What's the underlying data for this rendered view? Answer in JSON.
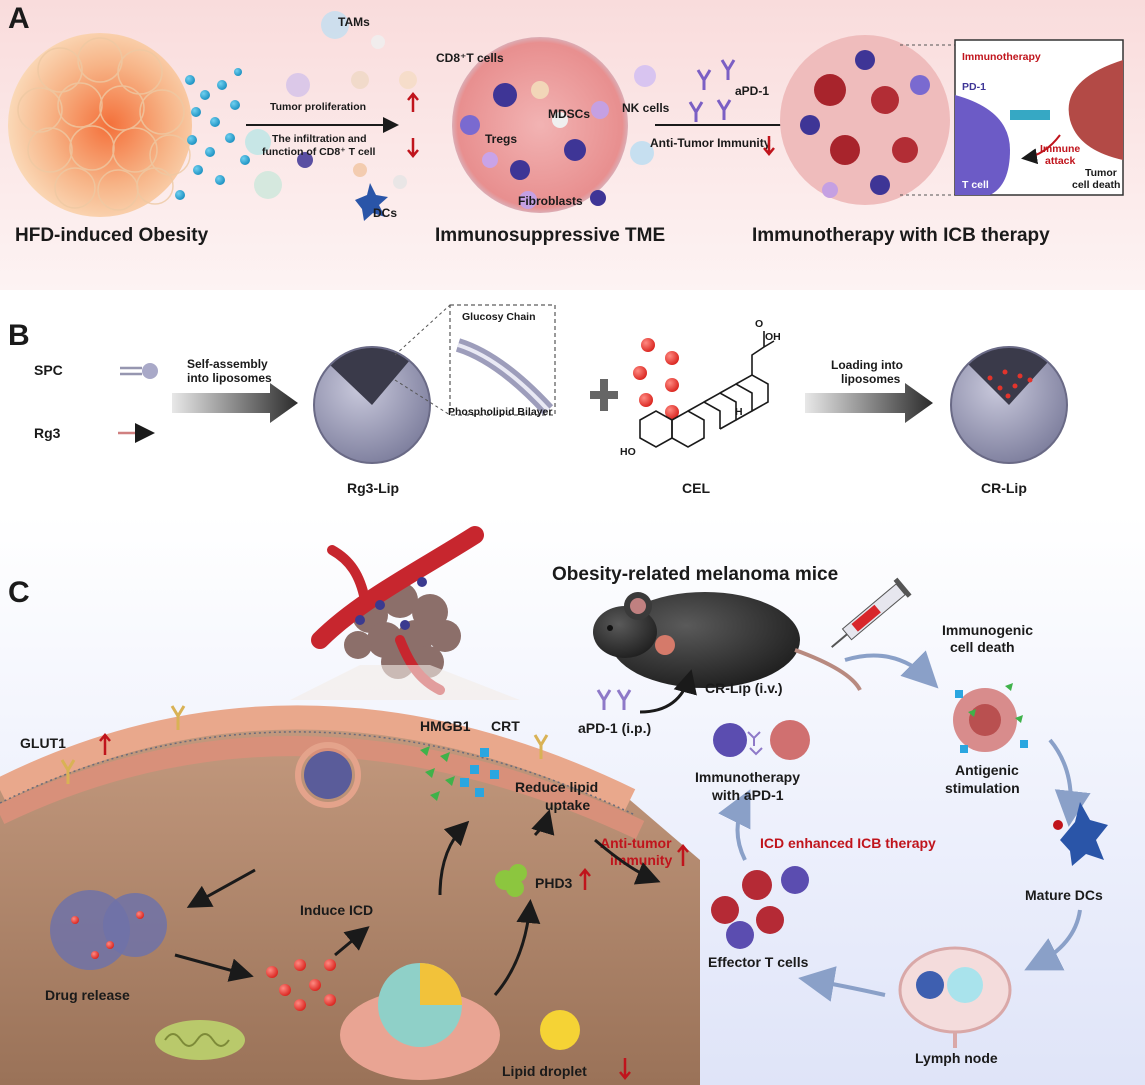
{
  "panel_a": {
    "letter": "A",
    "labels": {
      "tams": "TAMs",
      "cd8_cells": "CD8⁺T cells",
      "nk_cells": "NK cells",
      "apd1": "aPD-1",
      "tumor_prolif": "Tumor proliferation",
      "infiltration_1": "The infiltration and",
      "infiltration_2": "function of CD8⁺ T cell",
      "mdscs": "MDSCs",
      "tregs": "Tregs",
      "fibroblasts": "Fibroblasts",
      "dcs": "DCs",
      "anti_tumor": "Anti-Tumor Immunity",
      "immunotherapy": "Immunotherapy",
      "pd1": "PD-1",
      "immune_attack_1": "Immune",
      "immune_attack_2": "attack",
      "tumor_death_1": "Tumor",
      "tumor_death_2": "cell death",
      "t_cell": "T cell"
    },
    "captions": {
      "obesity": "HFD-induced Obesity",
      "tme": "Immunosuppressive TME",
      "icb": "Immunotherapy with ICB therapy"
    },
    "colors": {
      "background_top": "#fbe3e3",
      "accent_red": "#c0141c"
    }
  },
  "panel_b": {
    "letter": "B",
    "spc": "SPC",
    "rg3": "Rg3",
    "self_assembly_1": "Self-assembly",
    "self_assembly_2": "into liposomes",
    "glucosy": "Glucosy Chain",
    "bilayer": "Phospholipid Bilayer",
    "oh": "OH",
    "ho": "HO",
    "o": "O",
    "h": "H",
    "loading_1": "Loading into",
    "loading_2": "liposomes",
    "caption_rg3lip": "Rg3-Lip",
    "caption_cel": "CEL",
    "caption_crlip": "CR-Lip"
  },
  "panel_c": {
    "letter": "C",
    "mice_title": "Obesity-related melanoma mice",
    "crlip_route": "CR-Lip (i.v.)",
    "apd1_route": "aPD-1 (i.p.)",
    "glut1": "GLUT1",
    "hmgb1": "HMGB1",
    "crt": "CRT",
    "reduce_1": "Reduce lipid",
    "reduce_2": "uptake",
    "anti_tumor_1": "Anti-tumor",
    "anti_tumor_2": "immunity",
    "induce_icd": "Induce ICD",
    "phd3": "PHD3",
    "drug_release": "Drug release",
    "lipid_droplet": "Lipid droplet",
    "icd_1": "Immunogenic",
    "icd_2": "cell death",
    "antigenic_1": "Antigenic",
    "antigenic_2": "stimulation",
    "icd_enhanced": "ICD enhanced ICB therapy",
    "mature_dcs": "Mature DCs",
    "lymph_node": "Lymph node",
    "effector": "Effector T cells",
    "immuno_1": "Immunotherapy",
    "immuno_2": "with aPD-1",
    "colors": {
      "cell_brown": "#b48e74",
      "membrane": "#e7a38b",
      "right_bg": "#e9ecfb",
      "arrow_blue": "#8aa0c8"
    }
  }
}
